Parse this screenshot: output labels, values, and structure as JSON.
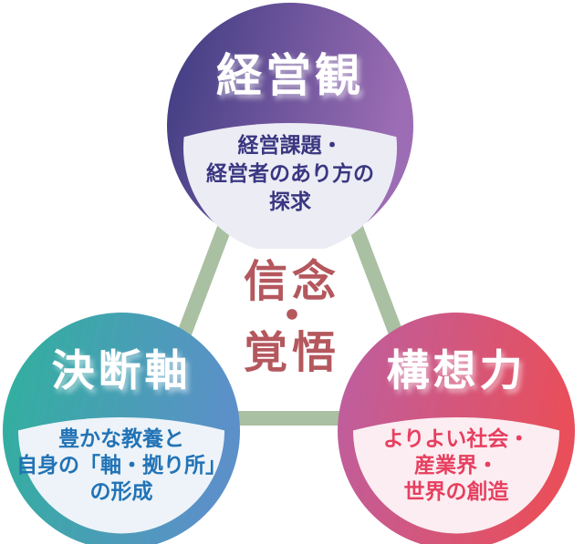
{
  "page": {
    "background_color": "#ffffff",
    "connector_color": "#a9c0a2"
  },
  "center_label": {
    "line1": "信念",
    "dot": "・",
    "line2": "覚悟",
    "color": "#b4585e"
  },
  "circles": [
    {
      "id": "management-view",
      "title": "経営観",
      "lines": [
        "経営課題・",
        "経営者のあり方の",
        "探求"
      ],
      "gradient_from": "#3c3b81",
      "gradient_to": "#9c6db4",
      "panel_color": "#ececf5",
      "panel_text_color": "#3a3781"
    },
    {
      "id": "decision-axis",
      "title": "決断軸",
      "lines": [
        "豊かな教養と",
        "自身の「軸・拠り所」",
        "の形成"
      ],
      "gradient_from": "#2fb19c",
      "gradient_to": "#5c90c9",
      "panel_color": "#edf3f8",
      "panel_text_color": "#2273b6"
    },
    {
      "id": "vision",
      "title": "構想力",
      "lines": [
        "よりよい社会・",
        "産業界・",
        "世界の創造"
      ],
      "gradient_from": "#bc5fa2",
      "gradient_to": "#e84f5b",
      "panel_color": "#fbedf1",
      "panel_text_color": "#e73f5f"
    }
  ]
}
